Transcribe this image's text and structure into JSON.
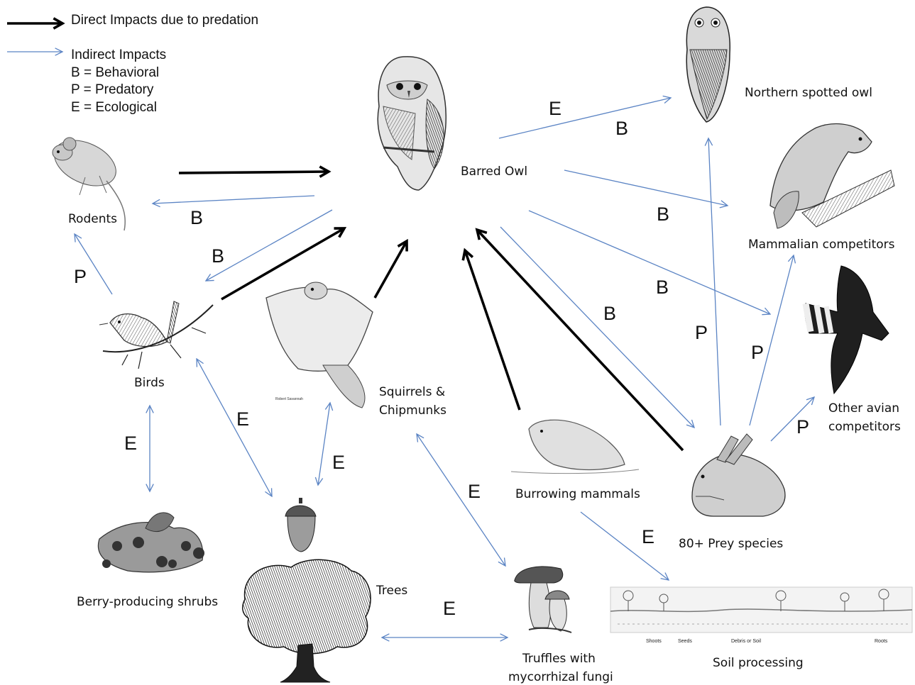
{
  "legend": {
    "direct": "Direct Impacts due to predation",
    "indirect": "Indirect Impacts",
    "b": "B = Behavioral",
    "p": "P = Predatory",
    "e": "E = Ecological"
  },
  "nodes": {
    "barred_owl": "Barred Owl",
    "spotted_owl": "Northern spotted owl",
    "mammalian": "Mammalian competitors",
    "avian_1": "Other avian",
    "avian_2": "competitors",
    "rodents": "Rodents",
    "birds": "Birds",
    "squirrels_1": "Squirrels &",
    "squirrels_2": "Chipmunks",
    "burrowing": "Burrowing mammals",
    "prey": "80+ Prey species",
    "berry": "Berry-producing shrubs",
    "trees": "Trees",
    "truffles_1": "Truffles with",
    "truffles_2": "mycorrhizal fungi",
    "soil": "Soil processing"
  },
  "credits": {
    "squirrel": "Robert Savannah",
    "soil_shoots": "Shoots",
    "soil_seeds": "Seeds",
    "soil_debris": "Debris or Soil",
    "soil_roots": "Roots"
  },
  "edge_labels": [
    {
      "id": "owl-spotted-e",
      "text": "E"
    },
    {
      "id": "owl-spotted-b",
      "text": "B"
    },
    {
      "id": "owl-mammal-b",
      "text": "B"
    },
    {
      "id": "owl-avian-b",
      "text": "B"
    },
    {
      "id": "owl-prey-b",
      "text": "B"
    },
    {
      "id": "owl-rodents-b",
      "text": "B"
    },
    {
      "id": "owl-birds-b",
      "text": "B"
    },
    {
      "id": "birds-rodents-p",
      "text": "P"
    },
    {
      "id": "prey-spotted-p",
      "text": "P"
    },
    {
      "id": "prey-mammal-p",
      "text": "P"
    },
    {
      "id": "prey-avian-p",
      "text": "P"
    },
    {
      "id": "birds-berry-e",
      "text": "E"
    },
    {
      "id": "birds-trees-e",
      "text": "E"
    },
    {
      "id": "squirrel-trees-e",
      "text": "E"
    },
    {
      "id": "squirrel-truffles-e",
      "text": "E"
    },
    {
      "id": "burrowing-soil-e",
      "text": "E"
    },
    {
      "id": "trees-truffles-e",
      "text": "E"
    }
  ],
  "colors": {
    "direct_arrow": "#000000",
    "indirect_arrow": "#5b84c4"
  }
}
